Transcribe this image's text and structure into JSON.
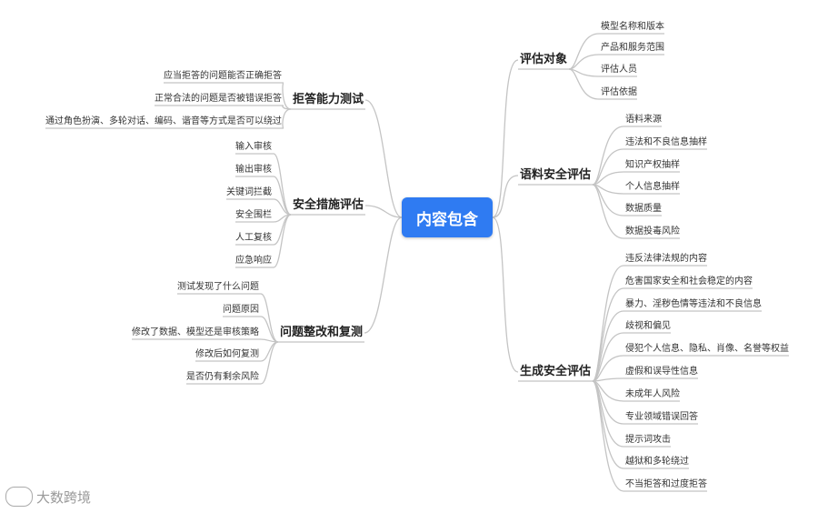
{
  "root": {
    "label": "内容包含"
  },
  "branches": [
    {
      "id": "eval-target",
      "label": "评估对象",
      "side": "right",
      "children": [
        "模型名称和版本",
        "产品和服务范围",
        "评估人员",
        "评估依据"
      ]
    },
    {
      "id": "corpus-safety",
      "label": "语料安全评估",
      "side": "right",
      "children": [
        "语料来源",
        "违法和不良信息抽样",
        "知识产权抽样",
        "个人信息抽样",
        "数据质量",
        "数据投毒风险"
      ]
    },
    {
      "id": "generation-safety",
      "label": "生成安全评估",
      "side": "right",
      "children": [
        "违反法律法规的内容",
        "危害国家安全和社会稳定的内容",
        "暴力、淫秽色情等违法和不良信息",
        "歧视和偏见",
        "侵犯个人信息、隐私、肖像、名誉等权益",
        "虚假和误导性信息",
        "未成年人风险",
        "专业领域错误回答",
        "提示词攻击",
        "越狱和多轮绕过",
        "不当拒答和过度拒答"
      ]
    },
    {
      "id": "refusal-test",
      "label": "拒答能力测试",
      "side": "left",
      "children": [
        "应当拒答的问题能否正确拒答",
        "正常合法的问题是否被错误拒答",
        "通过角色扮演、多轮对话、编码、谐音等方式是否可以绕过"
      ]
    },
    {
      "id": "safety-measures",
      "label": "安全措施评估",
      "side": "left",
      "children": [
        "输入审核",
        "输出审核",
        "关键词拦截",
        "安全围栏",
        "人工复核",
        "应急响应"
      ]
    },
    {
      "id": "remediation",
      "label": "问题整改和复测",
      "side": "left",
      "children": [
        "测试发现了什么问题",
        "问题原因",
        "修改了数据、模型还是审核策略",
        "修改后如何复测",
        "是否仍有剩余风险"
      ]
    }
  ],
  "watermark": {
    "text": "大数跨境"
  },
  "colors": {
    "root": "#2f7bf2",
    "line": "#c4c4c4"
  }
}
